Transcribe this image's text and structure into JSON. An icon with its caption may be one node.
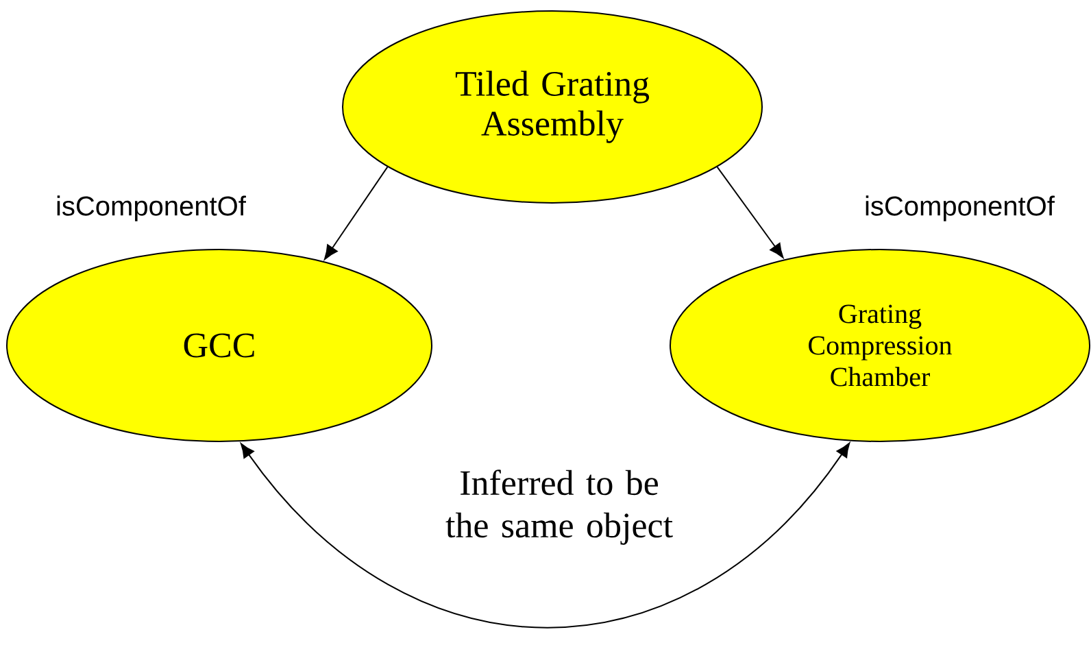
{
  "diagram": {
    "nodes": [
      {
        "text": [
          "Tiled Grating Assembly"
        ]
      },
      {
        "text": [
          "GCC"
        ]
      },
      {
        "text": [
          "Grating Compression Chamber"
        ]
      }
    ],
    "edges": [
      {
        "from": 0,
        "to": 1,
        "arrow": "to",
        "label": "isComponentOf"
      },
      {
        "from": 0,
        "to": 2,
        "arrow": "to",
        "label": "isComponentOf"
      },
      {
        "from": 1,
        "to": 2,
        "arrow": "both",
        "label": "Inferred to be the same object"
      }
    ]
  }
}
